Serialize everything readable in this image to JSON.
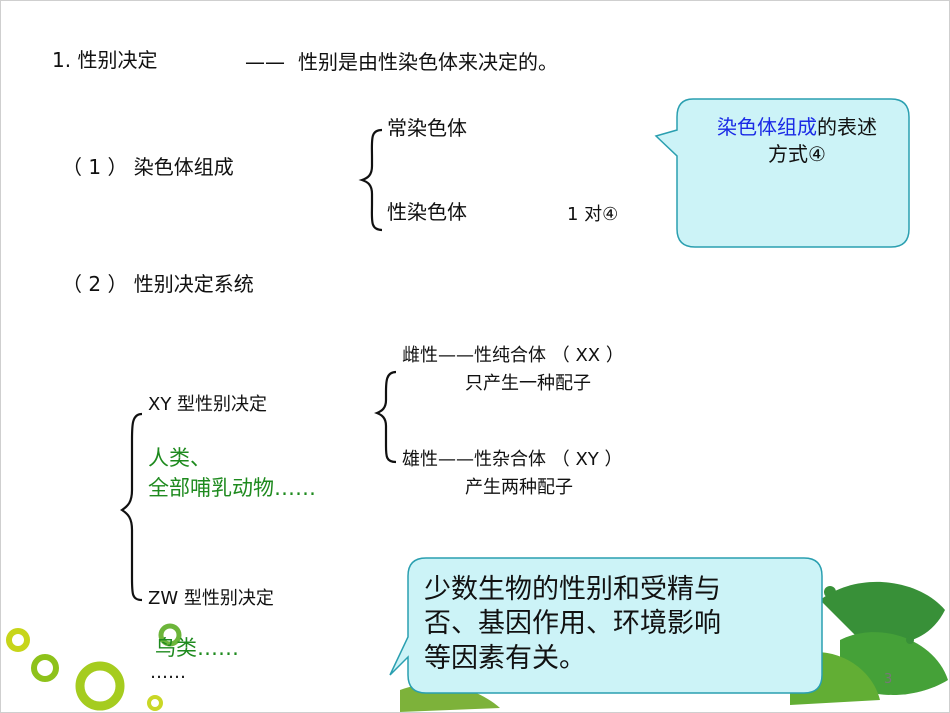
{
  "heading": {
    "title": "1. 性别决定",
    "dash": "——",
    "definition": "性别是由性染色体来决定的。"
  },
  "section1": {
    "label": "（ 1 ） 染色体组成",
    "branch_top": "常染色体",
    "branch_bottom": "性染色体",
    "pair_note": "1 对④"
  },
  "callout_top": {
    "highlight": "染色体组成",
    "rest_line1": "的表述",
    "line2": "方式④"
  },
  "section2": {
    "label": "（ 2 ） 性别决定系统",
    "xy": {
      "label": "XY 型性别决定",
      "examples_line1": "人类、",
      "examples_line2": "全部哺乳动物……",
      "female_line1": "雌性——性纯合体 （ XX ）",
      "female_line2": "只产生一种配子",
      "male_line1": "雄性——性杂合体 （ XY ）",
      "male_line2": "产生两种配子"
    },
    "zw": {
      "label": "ZW 型性别决定",
      "examples": "鸟类……",
      "more": "……"
    }
  },
  "callout_bottom": {
    "line1": "少数生物的性别和受精与",
    "line2": "否、基因作用、环境影响",
    "line3": "等因素有关。"
  },
  "page_number": "3",
  "colors": {
    "green_text": "#1e8a1e",
    "blue_text": "#1a2ae6",
    "bubble_fill": "#ccf3f7"
  }
}
